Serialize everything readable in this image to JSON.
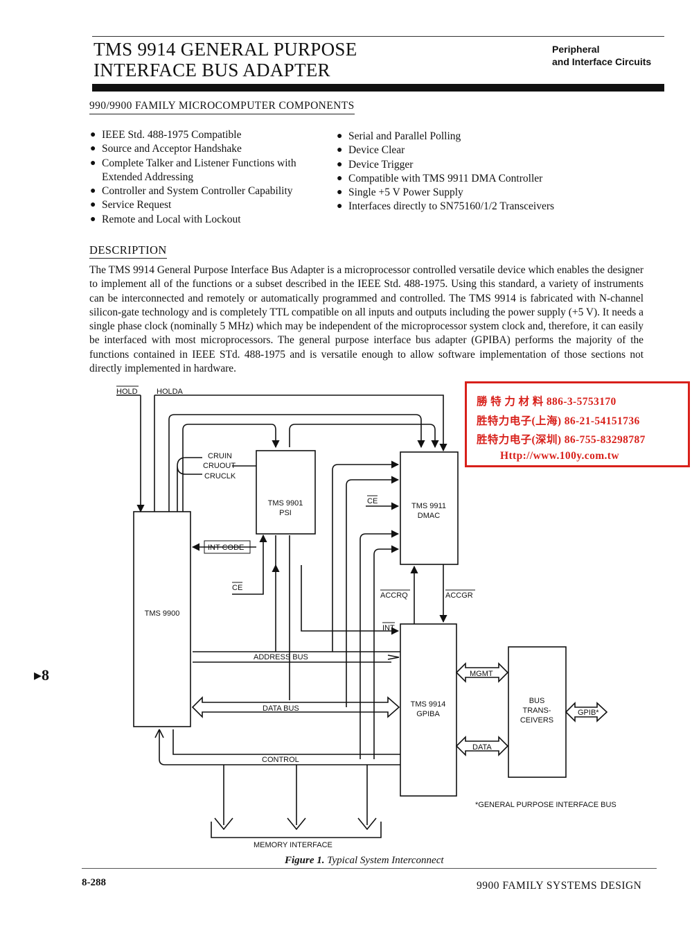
{
  "header": {
    "title_line1": "TMS 9914 GENERAL PURPOSE",
    "title_line2": "INTERFACE BUS ADAPTER",
    "category_line1": "Peripheral",
    "category_line2": "and Interface Circuits",
    "family": "990/9900 FAMILY MICROCOMPUTER COMPONENTS"
  },
  "features_left": [
    "IEEE Std. 488-1975 Compatible",
    "Source and Acceptor Handshake",
    "Complete Talker and Listener Functions with Extended Addressing",
    "Controller and System Controller Capability",
    "Service Request",
    "Remote and Local with Lockout"
  ],
  "features_right": [
    "Serial and Parallel Polling",
    "Device Clear",
    "Device Trigger",
    "Compatible with TMS 9911 DMA Controller",
    "Single +5 V Power Supply",
    "Interfaces directly to SN75160/1/2 Transceivers"
  ],
  "description": {
    "heading": "DESCRIPTION",
    "body": "The TMS 9914 General Purpose Interface Bus Adapter is a microprocessor controlled versatile device which enables the designer to implement all of the functions or a subset described in the IEEE Std. 488-1975. Using this standard, a variety of instruments can be interconnected and remotely or automatically programmed and controlled. The TMS 9914 is fabricated with N-channel silicon-gate technology and is completely TTL compatible on all inputs and outputs including the power supply (+5 V). It needs a single phase clock (nominally 5 MHz) which may be independent of the microprocessor system clock and, therefore, it can easily be interfaced with most microprocessors. The general purpose interface bus adapter (GPIBA) performs the majority of the functions contained in IEEE STd. 488-1975 and is versatile enough to allow software implementation of those sections not directly implemented in hardware."
  },
  "ad": {
    "line1": "勝 特 力 材 料 886-3-5753170",
    "line2": "胜特力电子(上海) 86-21-54151736",
    "line3": "胜特力电子(深圳) 86-755-83298787",
    "line4": "Http://www.100y.com.tw",
    "color": "#d8201a"
  },
  "figure": {
    "hold": "HOLD",
    "holda": "HOLDA",
    "cruin": "CRUIN",
    "cruout": "CRUOUT",
    "cruclk": "CRUCLK",
    "psi_name": "TMS 9901",
    "psi_sub": "PSI",
    "dmac_name": "TMS 9911",
    "dmac_sub": "DMAC",
    "cpu_name": "TMS 9900",
    "gpiba_name": "TMS 9914",
    "gpiba_sub": "GPIBA",
    "trans_line1": "BUS",
    "trans_line2": "TRANS-",
    "trans_line3": "CEIVERS",
    "int_code": "INT CODE",
    "ce": "CE",
    "accrq": "ACCRQ",
    "accgr": "ACCGR",
    "int": "INT",
    "address_bus": "ADDRESS BUS",
    "data_bus": "DATA BUS",
    "control": "CONTROL",
    "mgmt": "MGMT",
    "data": "DATA",
    "gpib": "GPIB*",
    "footnote": "*GENERAL PURPOSE INTERFACE BUS",
    "memory_interface": "MEMORY INTERFACE",
    "caption_label": "Figure 1.",
    "caption_text": "Typical System Interconnect"
  },
  "footer": {
    "page_number": "8-288",
    "book_title": "9900 FAMILY SYSTEMS DESIGN",
    "section_marker": "▸8"
  }
}
